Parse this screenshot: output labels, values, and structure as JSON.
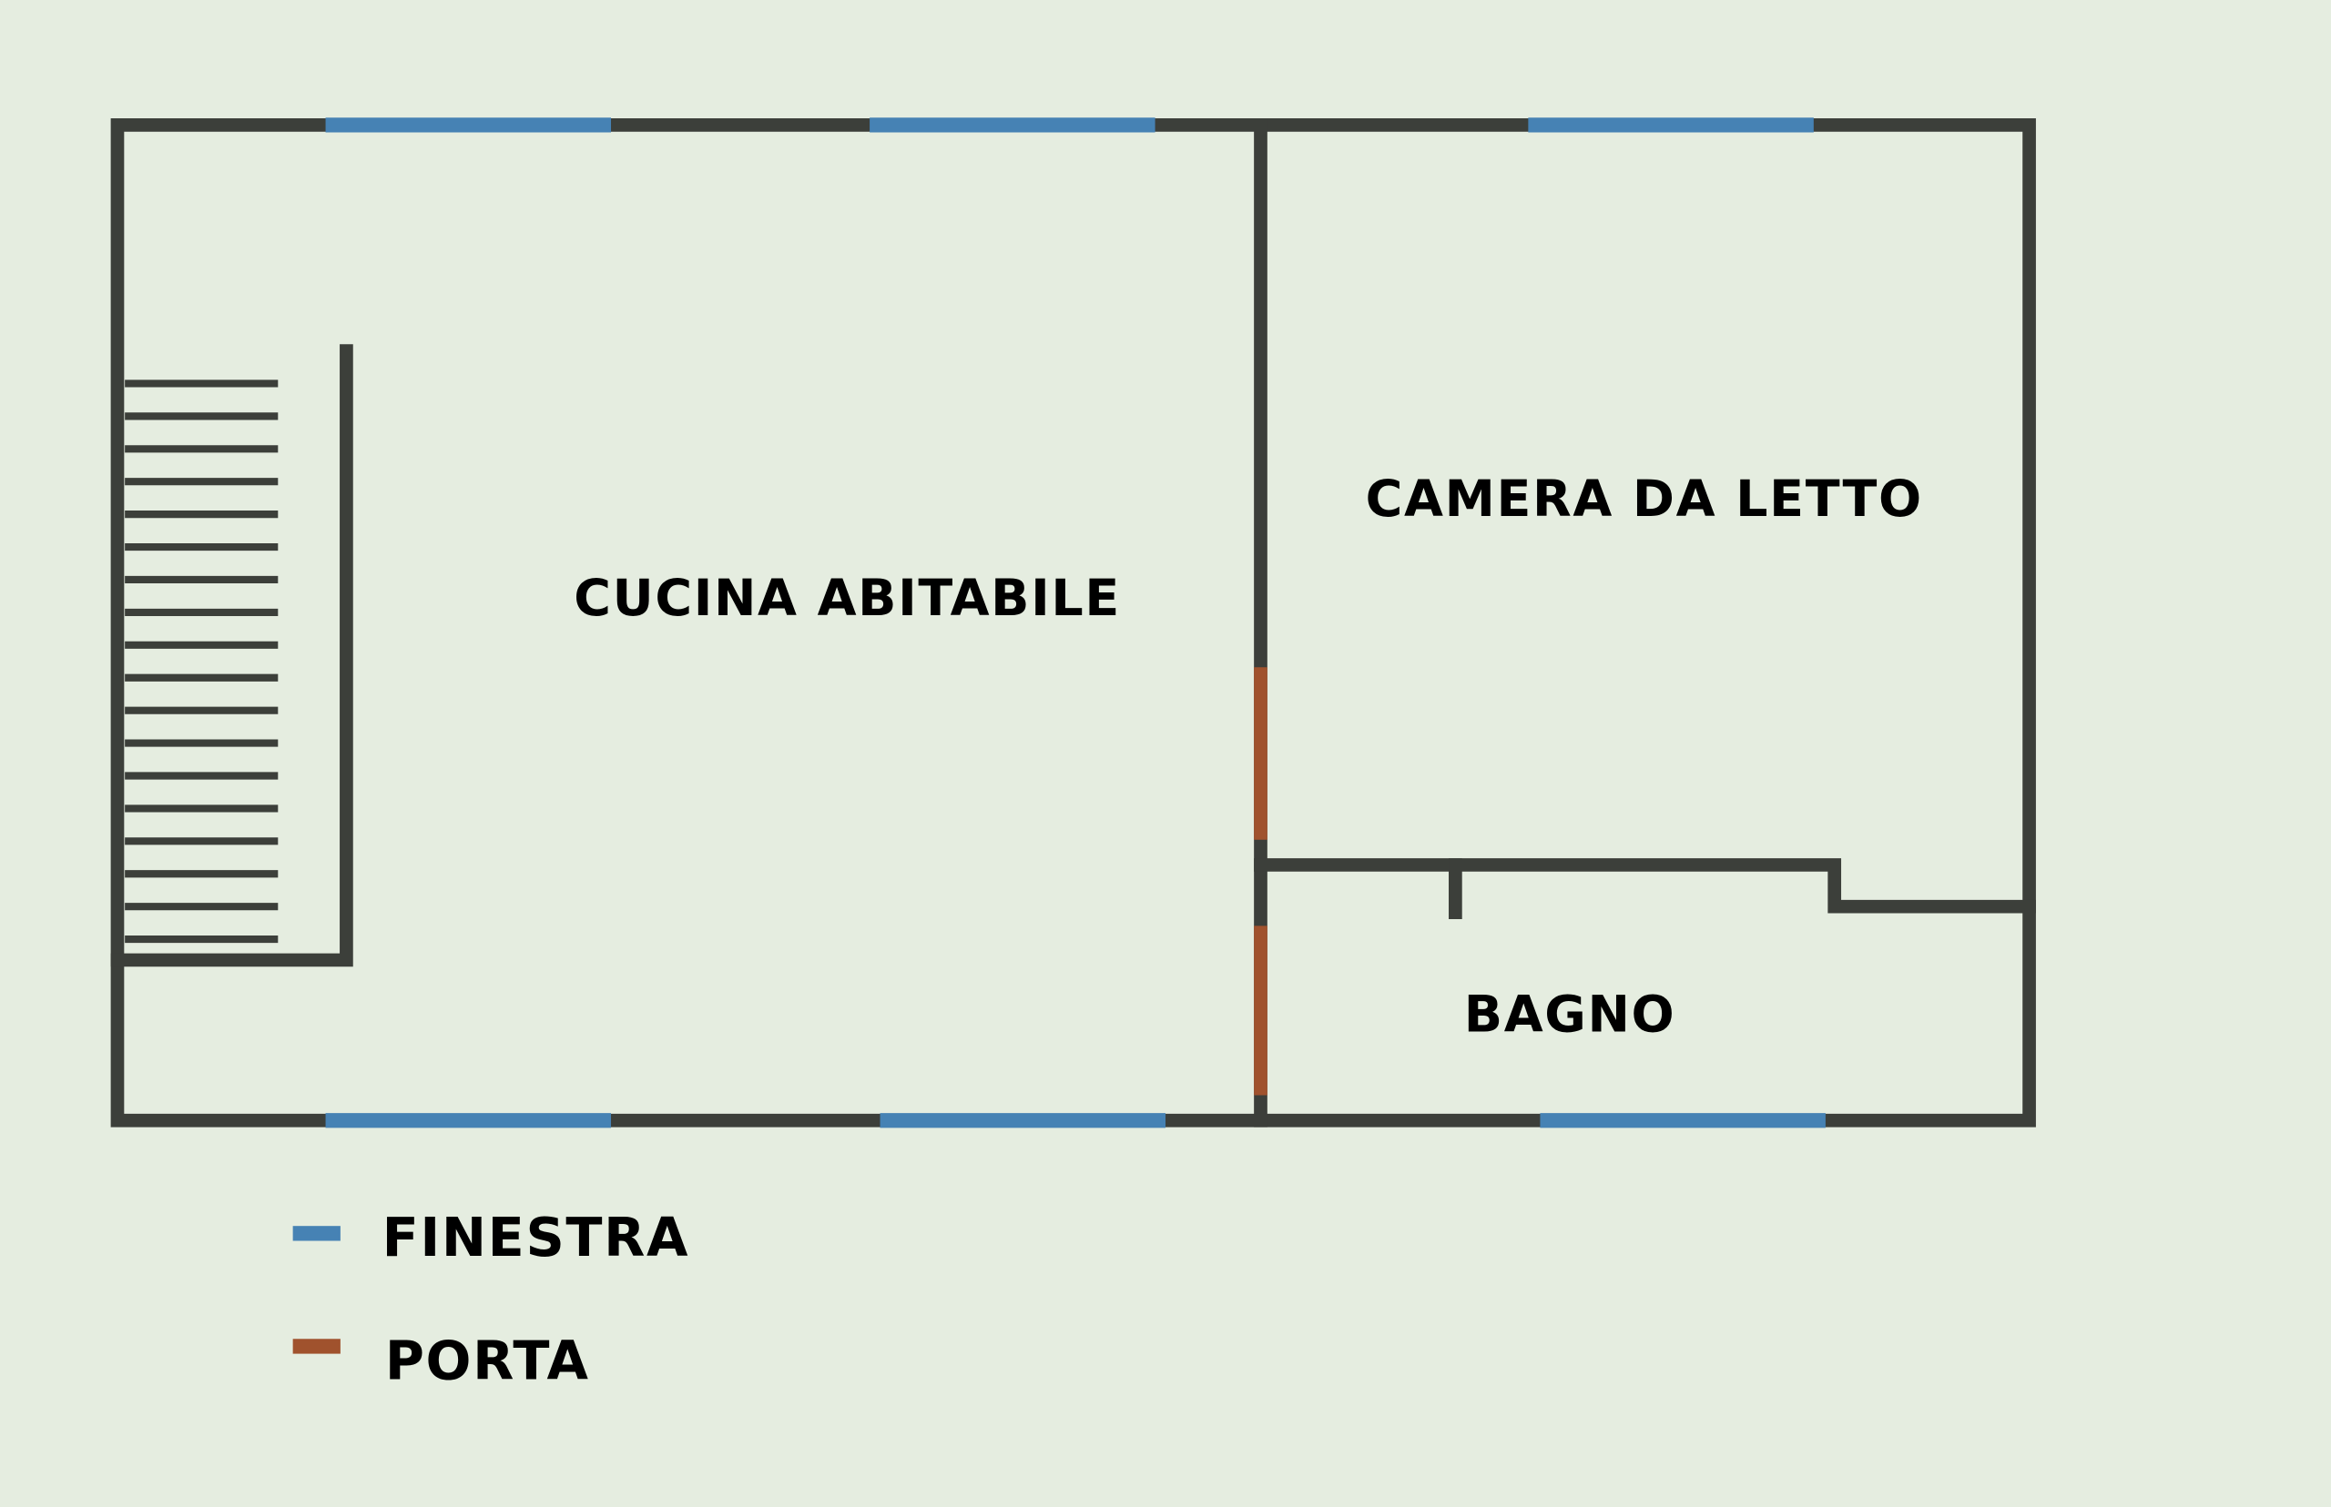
{
  "rooms": {
    "kitchen": "CUCINA ABITABILE",
    "bedroom": "CAMERA DA LETTO",
    "bathroom": "BAGNO"
  },
  "legend": [
    {
      "label": "FINESTRA",
      "color": "#4682b4"
    },
    {
      "label": "PORTA",
      "color": "#a0522d"
    }
  ],
  "colors": {
    "background": "#e5ede0",
    "wall": "#3c3f3a",
    "window": "#4682b4",
    "door": "#a0522d"
  },
  "stair_treads": 18
}
